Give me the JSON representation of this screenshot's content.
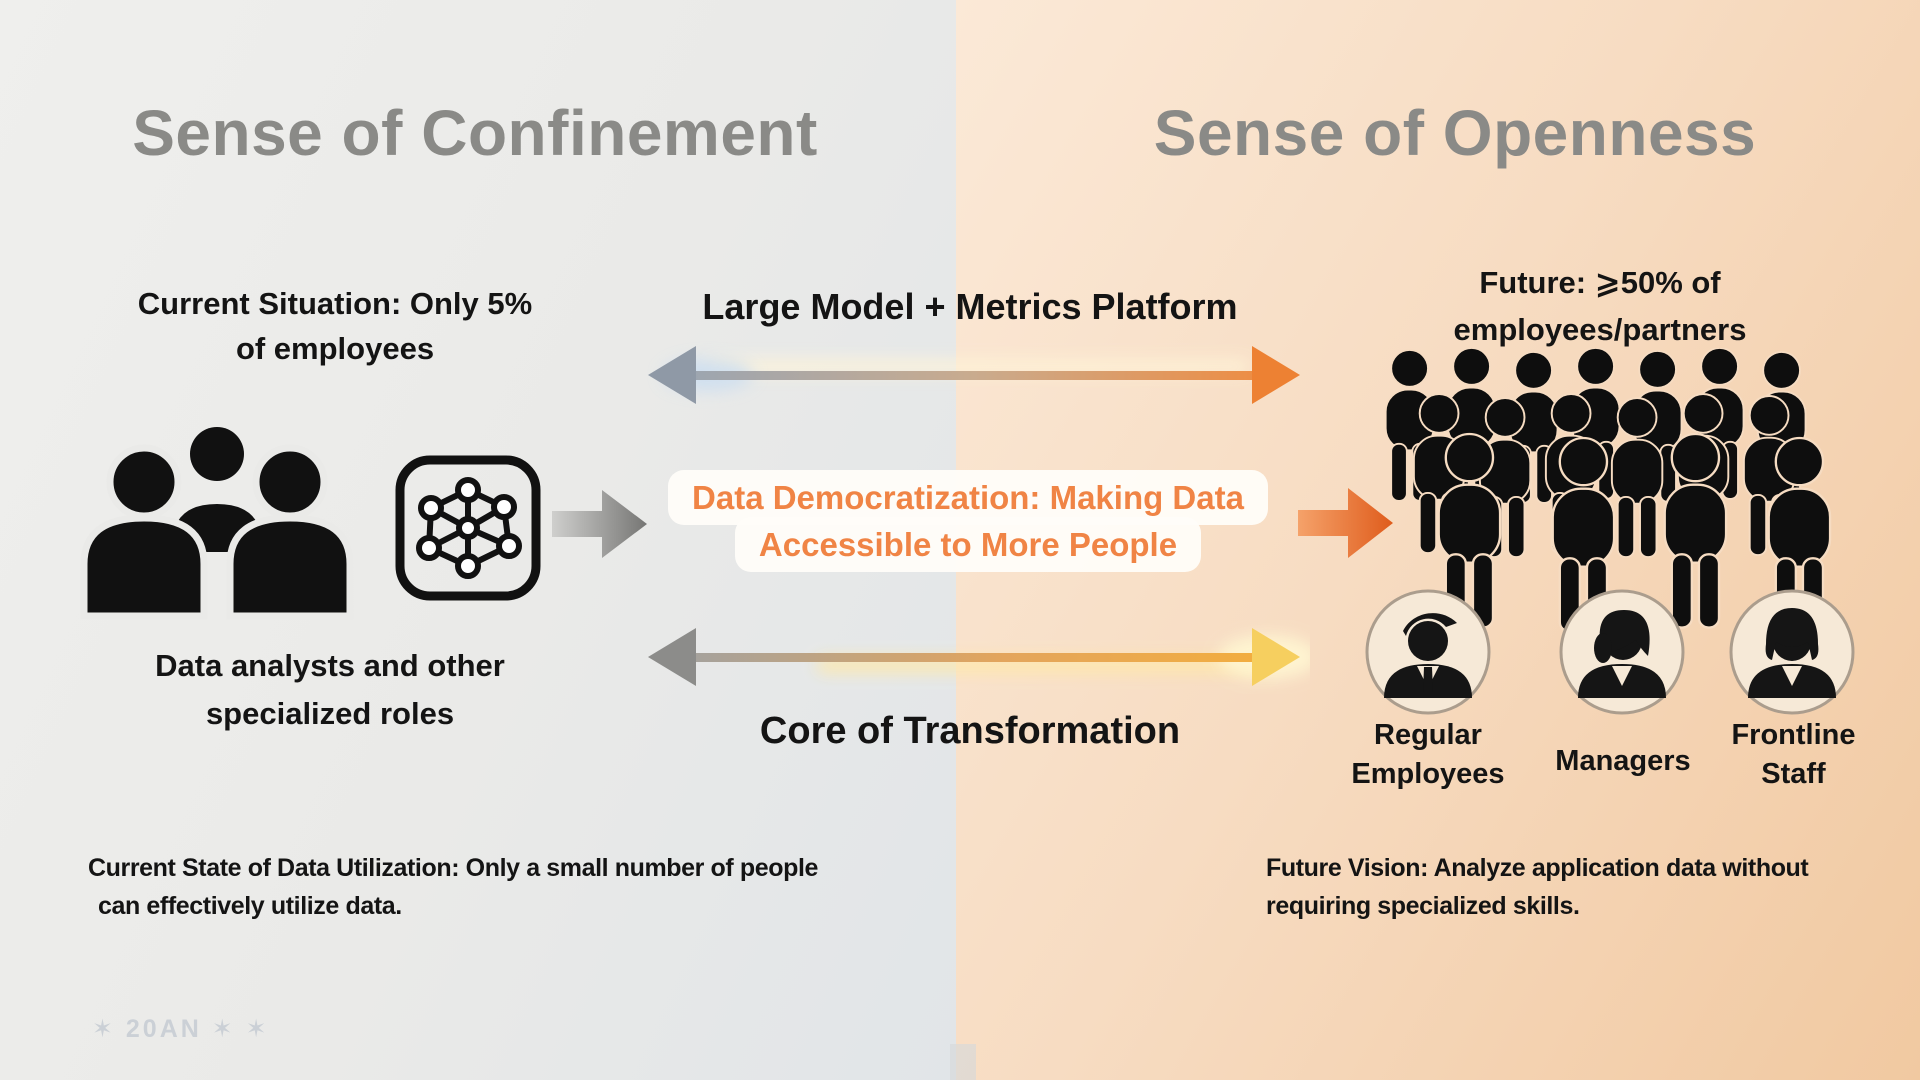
{
  "left": {
    "title": "Sense of Confinement",
    "stat": {
      "line1": "Current Situation: Only 5%",
      "line2": "of employees"
    },
    "roles": {
      "line1": "Data analysts and other",
      "line2": "specialized roles"
    },
    "caption": {
      "line1": "Current State of Data Utilization: Only a small number of people",
      "line2": "can effectively utilize data."
    },
    "watermark": "✶ 20AN ✶ ✶"
  },
  "center": {
    "top_label": "Large Model + Metrics Platform",
    "box": {
      "line1": "Data Democratization: Making Data",
      "line2": "Accessible to More People"
    },
    "bottom_label": "Core of Transformation"
  },
  "right": {
    "title": "Sense of Openness",
    "stat": {
      "line1": "Future: ⩾50% of",
      "line2": "employees/partners"
    },
    "roles": [
      {
        "line1": "Regular",
        "line2": "Employees"
      },
      {
        "line1": "Managers",
        "line2": ""
      },
      {
        "line1": "Frontline",
        "line2": "Staff"
      }
    ],
    "caption": {
      "line1": "Future Vision: Analyze application data without",
      "line2": "requiring specialized skills."
    }
  },
  "colors": {
    "left_bg": "#eaeae8",
    "right_bg": "#f7dcc2",
    "title_gray": "#8a8a87",
    "accent_orange": "#f08445",
    "text_black": "#141414"
  }
}
